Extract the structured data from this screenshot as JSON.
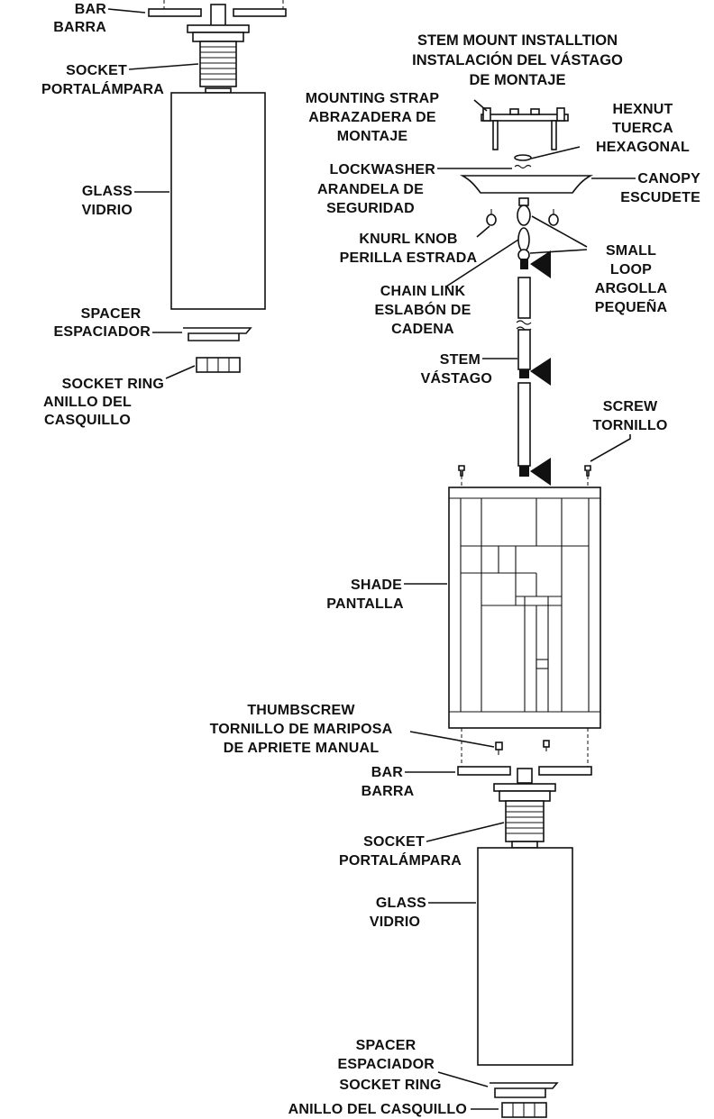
{
  "title": {
    "line1": "STEM MOUNT INSTALLTION",
    "line2": "INSTALACIÓN  DEL VÁSTAGO",
    "line3": "DE MONTAJE"
  },
  "labels": {
    "bar_top": [
      "BAR",
      "BARRA"
    ],
    "socket_top": [
      "SOCKET",
      "PORTALÁMPARA"
    ],
    "glass_top": [
      "GLASS",
      "VIDRIO"
    ],
    "spacer_top": [
      "SPACER",
      "ESPACIADOR"
    ],
    "socket_ring_top": [
      "SOCKET RING",
      "ANILLO DEL",
      "CASQUILLO"
    ],
    "mounting_strap": [
      "MOUNTING STRAP",
      "ABRAZADERA DE",
      "MONTAJE"
    ],
    "hexnut": [
      "HEXNUT",
      "TUERCA",
      "HEXAGONAL"
    ],
    "lockwasher": [
      "LOCKWASHER",
      "ARANDELA DE",
      "SEGURIDAD"
    ],
    "canopy": [
      "CANOPY",
      "ESCUDETE"
    ],
    "knurl_knob": [
      "KNURL KNOB",
      "PERILLA ESTRADA"
    ],
    "small_loop": [
      "SMALL",
      "LOOP",
      "ARGOLLA",
      "PEQUEÑA"
    ],
    "chain_link": [
      "CHAIN LINK",
      "ESLABÓN DE",
      "CADENA"
    ],
    "stem": [
      "STEM",
      "VÁSTAGO"
    ],
    "screw": [
      "SCREW",
      "TORNILLO"
    ],
    "shade": [
      "SHADE",
      "PANTALLA"
    ],
    "thumbscrew": [
      "THUMBSCREW",
      "TORNILLO DE MARIPOSA",
      "DE APRIETE MANUAL"
    ],
    "bar_bottom": [
      "BAR",
      "BARRA"
    ],
    "socket_bottom": [
      "SOCKET",
      "PORTALÁMPARA"
    ],
    "glass_bottom": [
      "GLASS",
      "VIDRIO"
    ],
    "spacer_bottom": [
      "SPACER",
      "ESPACIADOR"
    ],
    "socket_ring_bottom": [
      "SOCKET RING",
      "ANILLO DEL CASQUILLO"
    ]
  }
}
